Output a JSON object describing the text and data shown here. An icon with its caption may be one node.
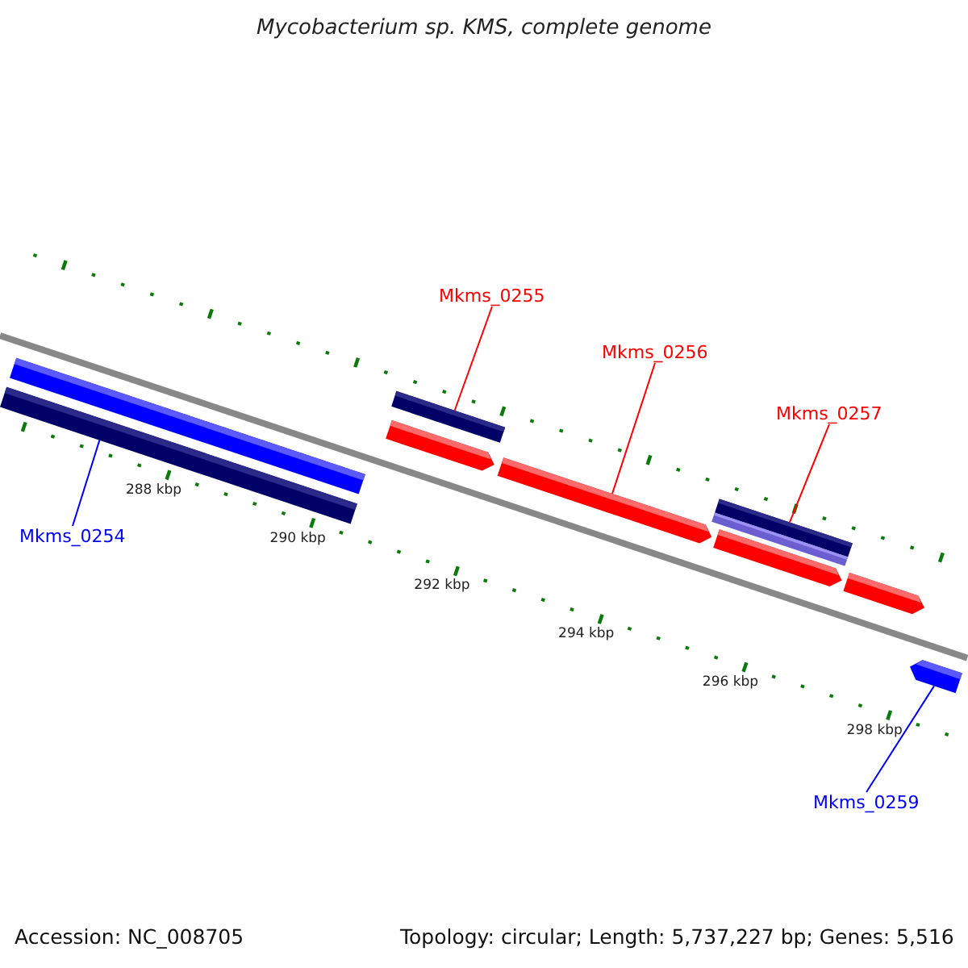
{
  "diagram": {
    "title": "Mycobacterium sp. KMS, complete genome",
    "nodes": [
      {
        "text": [
          "Mkms_0255"
        ]
      },
      {
        "text": [
          "Mkms_0256"
        ]
      },
      {
        "text": [
          "Mkms_0257"
        ]
      },
      {
        "text": [
          "Mkms_0254"
        ]
      },
      {
        "text": [
          "Mkms_0259"
        ]
      },
      {
        "text": [],
        "shape": "bar"
      },
      {
        "text": [],
        "shape": "bar"
      },
      {
        "text": [],
        "shape": "arrow"
      },
      {
        "text": [],
        "shape": "bar"
      },
      {
        "text": [],
        "shape": "arrow"
      },
      {
        "text": [],
        "shape": "arrow"
      },
      {
        "text": [],
        "shape": "bar"
      },
      {
        "text": [],
        "shape": "bar"
      },
      {
        "text": [],
        "shape": "arrow"
      },
      {
        "text": [],
        "shape": "arrow"
      }
    ],
    "edges": [
      {
        "from": 0,
        "to": 8,
        "arrow": "none"
      },
      {
        "from": 1,
        "to": 9,
        "arrow": "none"
      },
      {
        "from": 2,
        "to": 11,
        "arrow": "none"
      },
      {
        "from": 3,
        "to": 6,
        "arrow": "none",
        "color": "#0000ff"
      },
      {
        "from": 4,
        "to": 14,
        "arrow": "none",
        "color": "#0000ff"
      }
    ],
    "labels": [
      "288 kbp",
      "290 kbp",
      "292 kbp",
      "294 kbp",
      "296 kbp",
      "298 kbp",
      "Accession: NC_008705",
      "Topology: circular; Length: 5,737,227 bp; Genes: 5,516"
    ]
  }
}
